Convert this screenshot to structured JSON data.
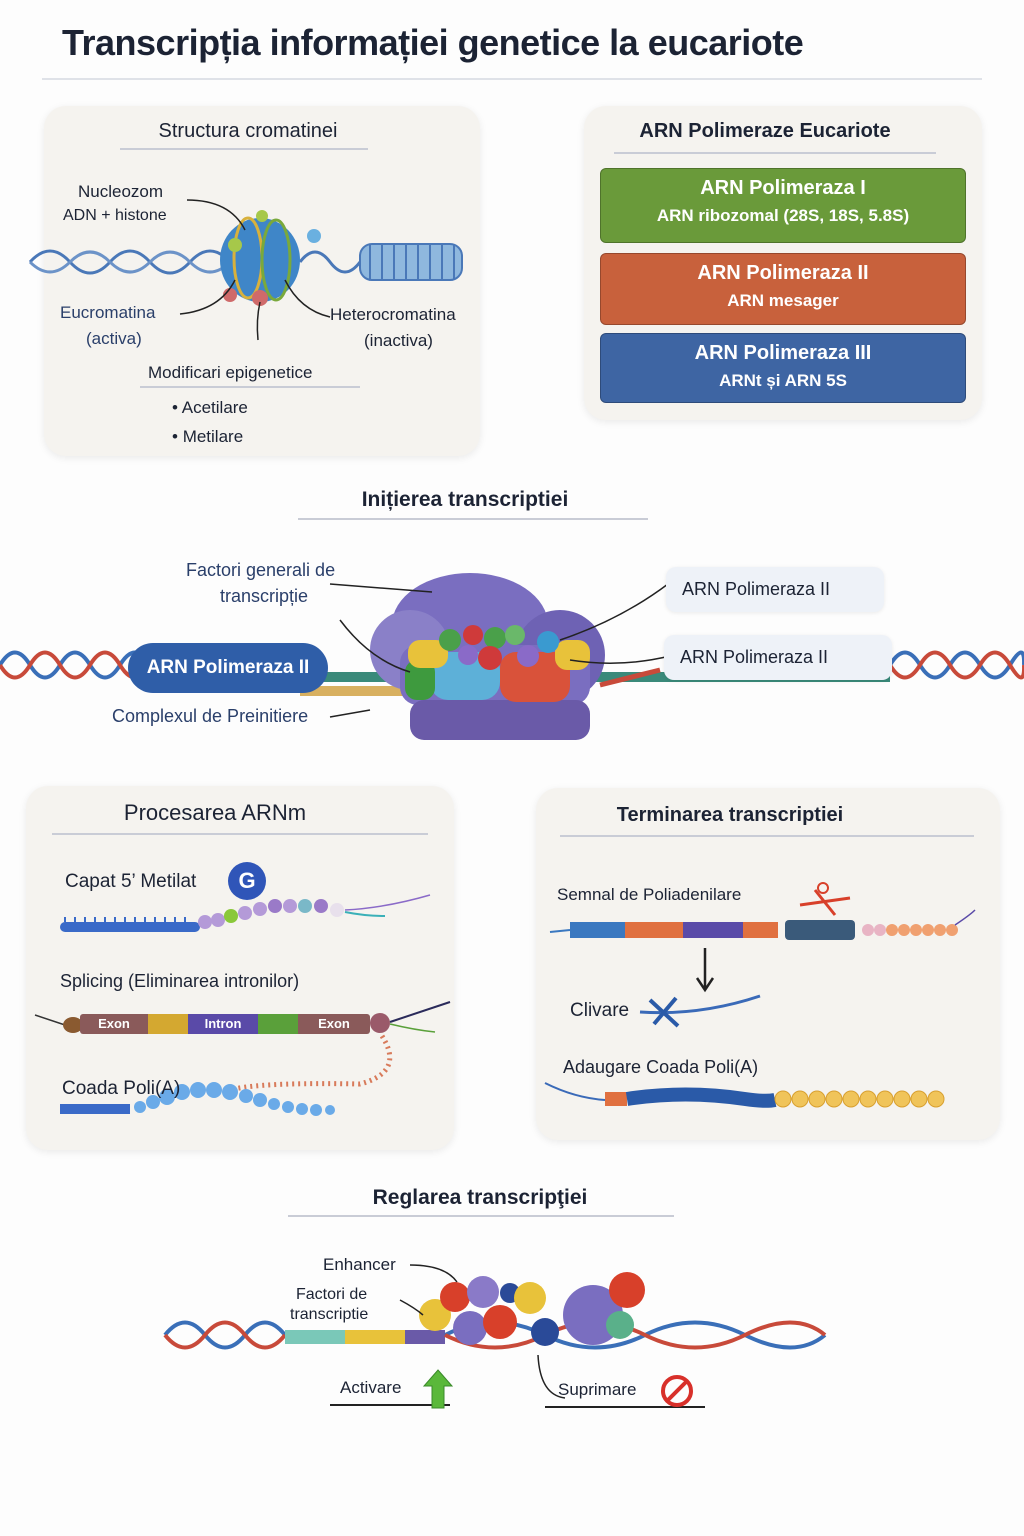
{
  "title": "Transcripția informației genetice la eucariote",
  "chromatin": {
    "heading": "Structura cromatinei",
    "nucleosome_label": "Nucleozom",
    "nucleosome_sub": "ADN + histone",
    "euchromatin": "Eucromatina",
    "euchromatin_sub": "(activa)",
    "heterochromatin": "Heterocromatina",
    "heterochromatin_sub": "(inactiva)",
    "epigenetic_heading": "Modificari epigenetice",
    "epigenetic_items": [
      "Acetilare",
      "Metilare"
    ]
  },
  "polymerases": {
    "heading": "ARN Polimeraze Eucariote",
    "items": [
      {
        "name": "ARN Polimeraza I",
        "product": "ARN ribozomal (28S, 18S, 5.8S)",
        "color": "#6a9a3a"
      },
      {
        "name": "ARN Polimeraza II",
        "product": "ARN mesager",
        "color": "#c8613c"
      },
      {
        "name": "ARN Polimeraza  III",
        "product": "ARNt și ARN 5S",
        "color": "#3e65a3"
      }
    ]
  },
  "initiation": {
    "heading": "Inițierea transcriptiei",
    "general_factors": "Factori generali de",
    "general_factors_2": "transcripție",
    "pol_badge": "ARN Polimeraza II",
    "preinit": "Complexul de Preinitiere",
    "callout_1": "ARN Polimeraza II",
    "callout_2": "ARN Polimeraza II"
  },
  "processing": {
    "heading": "Procesarea ARNm",
    "cap": "Capat 5’ Metilat",
    "cap_badge": "G",
    "splicing": "Splicing (Eliminarea intronilor)",
    "segments": [
      "Exon",
      "Intron",
      "Exon"
    ],
    "polya": "Coada Poli(A)"
  },
  "termination": {
    "heading": "Terminarea transcriptiei",
    "signal": "Semnal de Poliadenilare",
    "cleavage": "Clivare",
    "add_tail": "Adaugare Coada Poli(A)"
  },
  "regulation": {
    "heading": "Reglarea transcripţiei",
    "enhancer": "Enhancer",
    "factors": "Factori de",
    "factors_2": "transcriptie",
    "activation": "Activare",
    "suppression": "Suprimare"
  }
}
